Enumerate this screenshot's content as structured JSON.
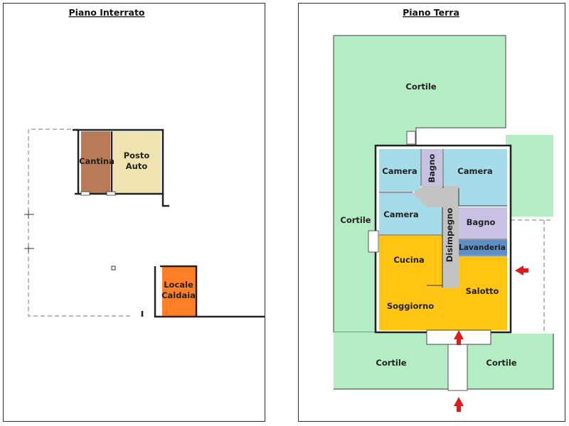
{
  "panels": [
    {
      "title": "Piano Interrato",
      "rooms": {
        "cantina": "Cantina",
        "posto_auto_1": "Posto",
        "posto_auto_2": "Auto",
        "caldaia_1": "Locale",
        "caldaia_2": "Caldaia"
      }
    },
    {
      "title": "Piano Terra",
      "rooms": {
        "cortile_top": "Cortile",
        "cortile_left": "Cortile",
        "cortile_bl": "Cortile",
        "cortile_br": "Cortile",
        "camera_tl": "Camera",
        "camera_tr": "Camera",
        "camera_l": "Camera",
        "bagno_top": "Bagno",
        "bagno_r": "Bagno",
        "disimpegno": "Disimpegno",
        "lavanderia": "Lavanderia",
        "cucina": "Cucina",
        "soggiorno": "Soggiorno",
        "salotto": "Salotto"
      }
    }
  ],
  "colors": {
    "garden": "#b4ecc4",
    "camera": "#a6dce9",
    "bagno": "#c9c1e3",
    "living": "#ffc511",
    "lavanderia": "#5e8ec6",
    "corridor": "#c3c3c3",
    "cantina": "#b97a57",
    "posto_auto": "#efe4b0",
    "caldaia": "#ff7f27",
    "arrow": "#e01b1b"
  }
}
